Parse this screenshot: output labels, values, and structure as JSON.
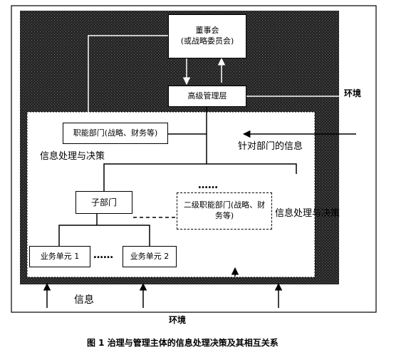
{
  "board": {
    "line1": "董事会",
    "line2": "(或战略委员会)"
  },
  "senior_mgmt": "高级管理层",
  "functional_dept": "职能部门(战略、财务等)",
  "sub_dept": "子部门",
  "secondary_dept": {
    "line1": "二级职能部门(战略、财",
    "line2": "务等)"
  },
  "unit1": "业务单元 1",
  "unit2": "业务单元 2",
  "ellipsis_top": "……",
  "ellipsis_mid": "……",
  "info_decision_left": "信息处理与决策",
  "info_decision_right": "信息处理与决策",
  "targeted_info": "针对部门的信息",
  "env_right": "环境",
  "env_bottom": "环境",
  "info_bottom": "信息",
  "caption": "图 1   治理与管理主体的信息处理决策及其相互关系",
  "colors": {
    "outer_band": "#2b2b2b",
    "line": "#000000",
    "fill": "#ffffff"
  }
}
